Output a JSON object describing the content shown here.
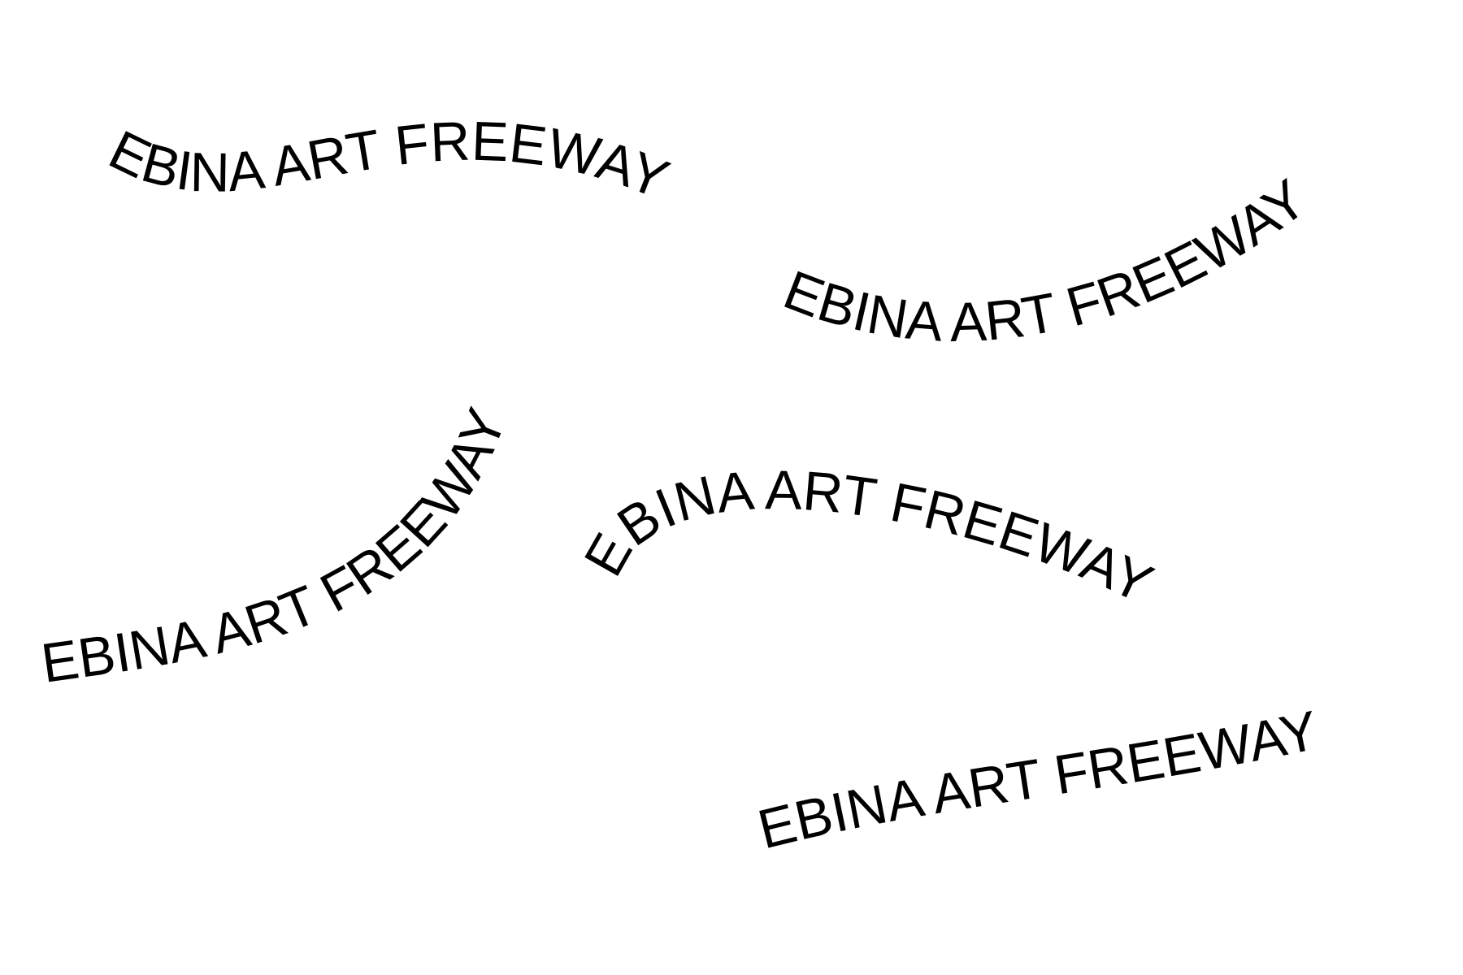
{
  "phrases": [
    {
      "text": "EBINA ART FREEWAY"
    },
    {
      "text": "EBINA ART FREEWAY"
    },
    {
      "text": "EBINA ART FREEWAY"
    },
    {
      "text": "EBINA ART FREEWAY"
    },
    {
      "text": "EBINA ART FREEWAY"
    }
  ],
  "colors": {
    "background": "#ffffff",
    "text": "#000000"
  }
}
